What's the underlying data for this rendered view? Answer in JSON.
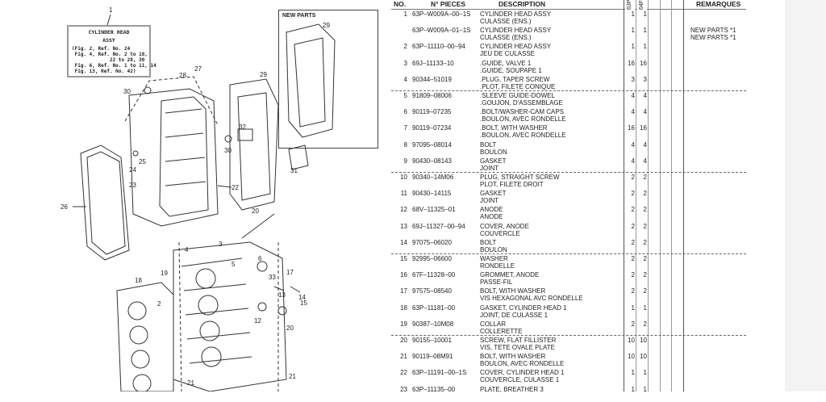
{
  "diagram": {
    "info_box": {
      "title": "CYLINDER HEAD",
      "subtitle": "ASSY",
      "lines": [
        "(Fig. 2, Ref. No. 24",
        " Fig. 4, Ref. No. 2 to 18,",
        "             22 to 28, 30",
        " Fig. 6, Ref. No. 1 to 11, 14",
        " Fig. 13, Ref. No. 42)"
      ]
    },
    "new_parts_label": "NEW PARTS",
    "callouts": [
      "1",
      "29",
      "27",
      "28",
      "30",
      "29",
      "32",
      "30",
      "31",
      "22",
      "25",
      "24",
      "23",
      "26",
      "20",
      "3",
      "4",
      "5",
      "6",
      "17",
      "33",
      "19",
      "18",
      "2",
      "13",
      "14",
      "15",
      "12",
      "20",
      "21",
      "21"
    ]
  },
  "table": {
    "headers": {
      "no": "NO.",
      "part_no": "N° PIECES",
      "description": "DESCRIPTION",
      "col1": "63P",
      "col2": "64F",
      "remarks": "REMARQUES"
    },
    "rows": [
      {
        "no": "1",
        "part": "63P–W009A–00–1S",
        "d1": "CYLINDER HEAD ASSY",
        "d2": "CULASSE (ENS.)",
        "q1": "1",
        "q2": "1",
        "r1": "",
        "r2": ""
      },
      {
        "no": "",
        "part": "63P–W009A–01–1S",
        "d1": "CYLINDER HEAD ASSY",
        "d2": "CULASSE (ENS.)",
        "q1": "1",
        "q2": "1",
        "r1": "NEW PARTS *1",
        "r2": "NEW PARTS *1"
      },
      {
        "no": "2",
        "part": "63P–11110–00–94",
        "d1": "CYLINDER HEAD ASSY",
        "d2": "JEU DE CULASSE",
        "q1": "1",
        "q2": "1",
        "r1": "",
        "r2": ""
      },
      {
        "no": "3",
        "part": "69J–11133–10",
        "d1": ".GUIDE, VALVE 1",
        "d2": ".GUIDE, SOUPAPE 1",
        "q1": "16",
        "q2": "16",
        "r1": "",
        "r2": ""
      },
      {
        "no": "4",
        "part": "90344–51019",
        "d1": ".PLUG, TAPER SCREW",
        "d2": ".PLOT, FILETE CONIQUE",
        "q1": "3",
        "q2": "3",
        "r1": "",
        "r2": ""
      },
      {
        "no": "5",
        "part": "91809–08006",
        "d1": ".SLEEVE GUIDE-DOWEL",
        "d2": ".GOUJON, D'ASSEMBLAGE",
        "q1": "4",
        "q2": "4",
        "r1": "",
        "r2": ""
      },
      {
        "no": "6",
        "part": "90119–07235",
        "d1": ".BOLT/WASHER-CAM CAPS",
        "d2": ".BOULON, AVEC RONDELLE",
        "q1": "4",
        "q2": "4",
        "r1": "",
        "r2": ""
      },
      {
        "no": "7",
        "part": "90119–07234",
        "d1": ".BOLT, WITH WASHER",
        "d2": ".BOULON, AVEC RONDELLE",
        "q1": "16",
        "q2": "16",
        "r1": "",
        "r2": ""
      },
      {
        "no": "8",
        "part": "97095–08014",
        "d1": "BOLT",
        "d2": "BOULON",
        "q1": "4",
        "q2": "4",
        "r1": "",
        "r2": ""
      },
      {
        "no": "9",
        "part": "90430–08143",
        "d1": "GASKET",
        "d2": "JOINT",
        "q1": "4",
        "q2": "4",
        "r1": "",
        "r2": ""
      },
      {
        "no": "10",
        "part": "90340–14M06",
        "d1": "PLUG, STRAIGHT SCREW",
        "d2": "PLOT, FILETE DROIT",
        "q1": "2",
        "q2": "2",
        "r1": "",
        "r2": ""
      },
      {
        "no": "11",
        "part": "90430–14115",
        "d1": "GASKET",
        "d2": "JOINT",
        "q1": "2",
        "q2": "2",
        "r1": "",
        "r2": ""
      },
      {
        "no": "12",
        "part": "68V–11325–01",
        "d1": "ANODE",
        "d2": "ANODE",
        "q1": "2",
        "q2": "2",
        "r1": "",
        "r2": ""
      },
      {
        "no": "13",
        "part": "69J–11327–00–94",
        "d1": "COVER, ANODE",
        "d2": "COUVERCLE",
        "q1": "2",
        "q2": "2",
        "r1": "",
        "r2": ""
      },
      {
        "no": "14",
        "part": "97075–06020",
        "d1": "BOLT",
        "d2": "BOULON",
        "q1": "2",
        "q2": "2",
        "r1": "",
        "r2": ""
      },
      {
        "no": "15",
        "part": "92995–06600",
        "d1": "WASHER",
        "d2": "RONDELLE",
        "q1": "2",
        "q2": "2",
        "r1": "",
        "r2": ""
      },
      {
        "no": "16",
        "part": "67F–11328–00",
        "d1": "GROMMET, ANODE",
        "d2": "PASSE-FIL",
        "q1": "2",
        "q2": "2",
        "r1": "",
        "r2": ""
      },
      {
        "no": "17",
        "part": "97575–08540",
        "d1": "BOLT, WITH WASHER",
        "d2": "VIS HEXAGONAL AVC RONDELLE",
        "q1": "2",
        "q2": "2",
        "r1": "",
        "r2": ""
      },
      {
        "no": "18",
        "part": "63P–11181–00",
        "d1": "GASKET, CYLINDER HEAD 1",
        "d2": "JOINT, DE CULASSE 1",
        "q1": "1",
        "q2": "1",
        "r1": "",
        "r2": ""
      },
      {
        "no": "19",
        "part": "90387–10M08",
        "d1": "COLLAR",
        "d2": "COLLERETTE",
        "q1": "2",
        "q2": "2",
        "r1": "",
        "r2": ""
      },
      {
        "no": "20",
        "part": "90155–10001",
        "d1": "SCREW, FLAT FILLISTER",
        "d2": "VIS, TETE OVALE PLATE",
        "q1": "10",
        "q2": "10",
        "r1": "",
        "r2": ""
      },
      {
        "no": "21",
        "part": "90119–08M91",
        "d1": "BOLT, WITH WASHER",
        "d2": "BOULON, AVEC RONDELLE",
        "q1": "10",
        "q2": "10",
        "r1": "",
        "r2": ""
      },
      {
        "no": "22",
        "part": "63P–11191–00–1S",
        "d1": "COVER, CYLINDER HEAD 1",
        "d2": "COUVERCLE, CULASSE 1",
        "q1": "1",
        "q2": "1",
        "r1": "",
        "r2": ""
      },
      {
        "no": "23",
        "part": "63P–11135–00",
        "d1": "PLATE, BREATHER 3",
        "d2": "",
        "q1": "1",
        "q2": "1",
        "r1": "",
        "r2": ""
      }
    ]
  }
}
